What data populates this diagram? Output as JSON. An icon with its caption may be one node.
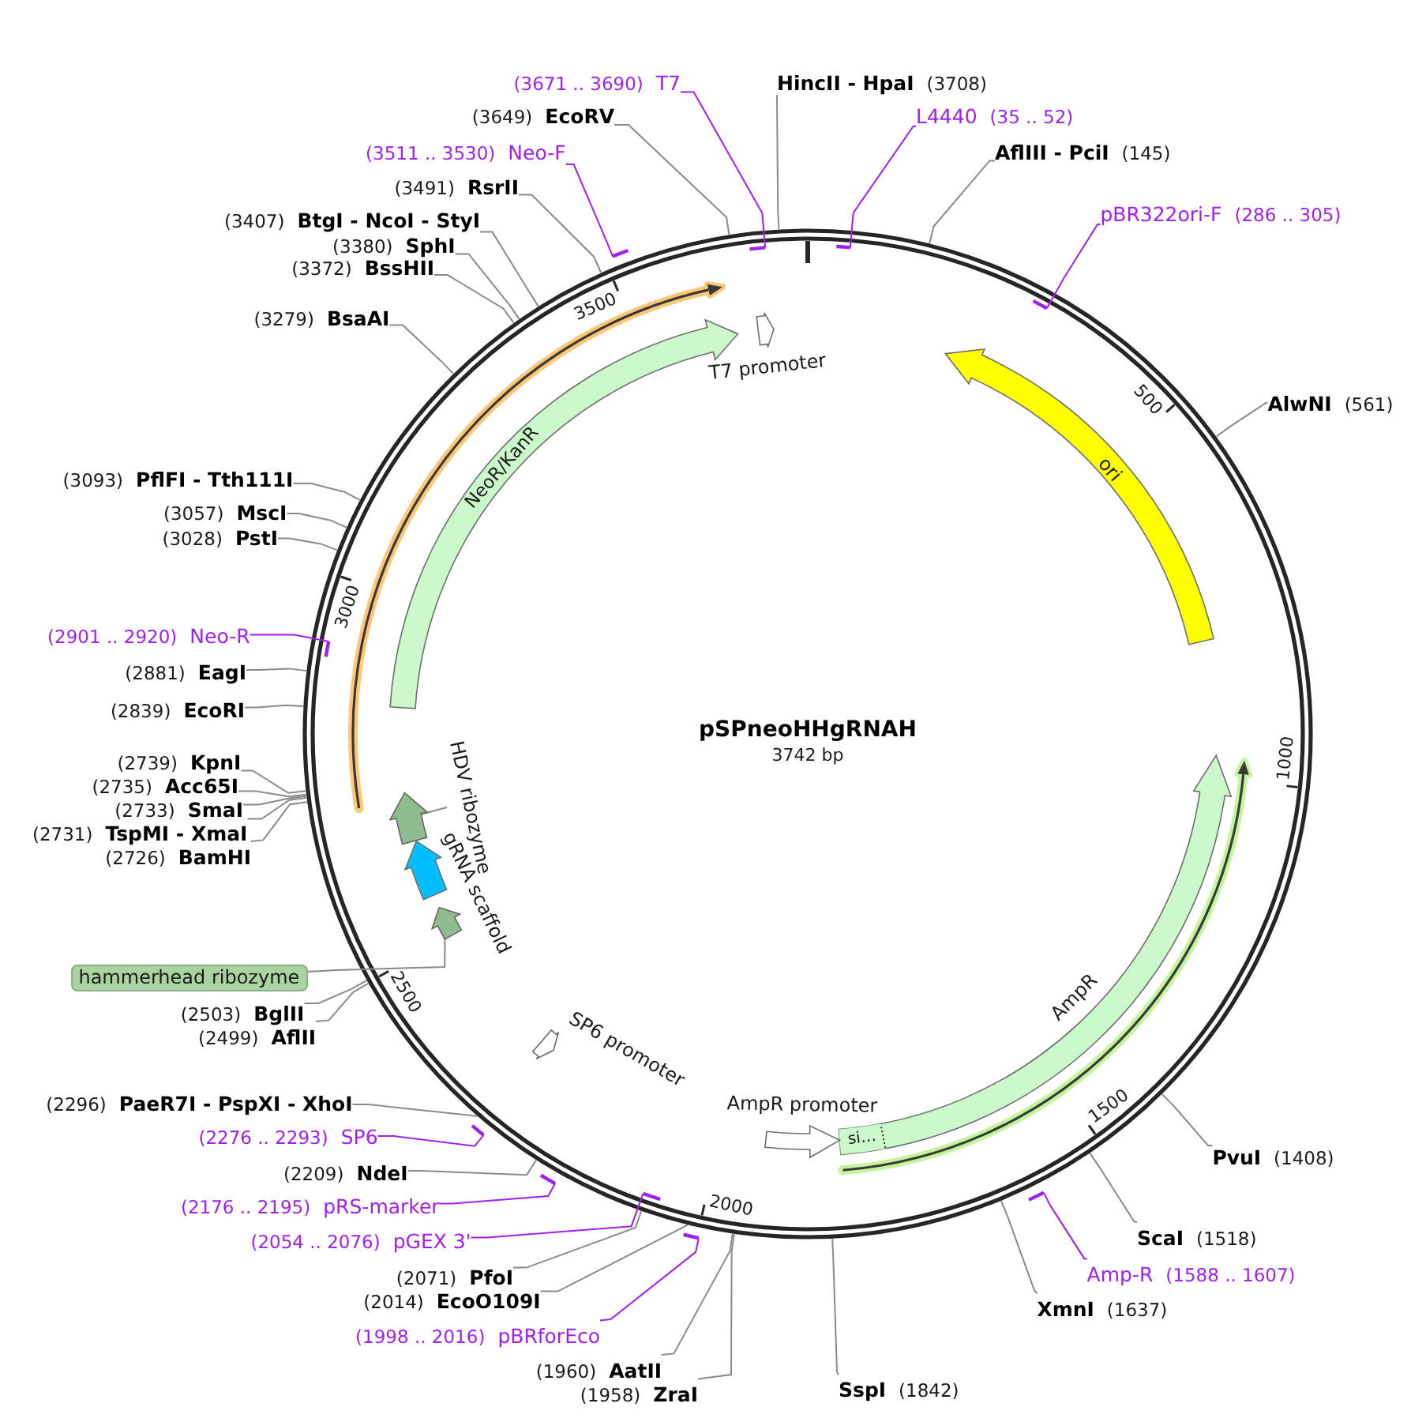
{
  "diagram": {
    "title": "pSPneoHHgRNAH",
    "nodes": [
      {
        "text": [
          "(3671 .. 3690)",
          "T7"
        ]
      },
      {
        "text": [
          "HincII - HpaI",
          "(3708)"
        ]
      },
      {
        "text": [
          "(3649)",
          "EcoRV"
        ]
      },
      {
        "text": [
          "L4440",
          "(35 .. 52)"
        ]
      },
      {
        "text": [
          "(3511 .. 3530)",
          "Neo-F"
        ]
      },
      {
        "text": [
          "AflIII - PciI",
          "(145)"
        ]
      },
      {
        "text": [
          "(3491)",
          "RsrII"
        ]
      },
      {
        "text": [
          "pBR322ori-F",
          "(286 .. 305)"
        ]
      },
      {
        "text": [
          "(3407)",
          "BtgI - NcoI - StyI"
        ]
      },
      {
        "text": [
          "(3380)",
          "SphI"
        ]
      },
      {
        "text": [
          "(3372)",
          "BssHII"
        ]
      },
      {
        "text": [
          "(3279)",
          "BsaAI"
        ]
      },
      {
        "text": [
          "AlwNI",
          "(561)"
        ]
      },
      {
        "text": [
          "(3093)",
          "PflFI - Tth111I"
        ]
      },
      {
        "text": [
          "(3057)",
          "MscI"
        ]
      },
      {
        "text": [
          "(3028)",
          "PstI"
        ]
      },
      {
        "text": [
          "(2901 .. 2920)",
          "Neo-R"
        ]
      },
      {
        "text": [
          "(2881)",
          "EagI"
        ]
      },
      {
        "text": [
          "(2839)",
          "EcoRI"
        ]
      },
      {
        "text": [
          "(2739)",
          "KpnI"
        ]
      },
      {
        "text": [
          "(2735)",
          "Acc65I"
        ]
      },
      {
        "text": [
          "(2733)",
          "SmaI"
        ]
      },
      {
        "text": [
          "(2731)",
          "TspMI - XmaI"
        ]
      },
      {
        "text": [
          "(2726)",
          "BamHI"
        ]
      },
      {
        "text": [
          "hammerhead ribozyme"
        ]
      },
      {
        "text": [
          "(2503)",
          "BglII"
        ]
      },
      {
        "text": [
          "(2499)",
          "AflII"
        ]
      },
      {
        "text": [
          "(2296)",
          "PaeR7I - PspXI - XhoI"
        ]
      },
      {
        "text": [
          "(2276 .. 2293)",
          "SP6"
        ]
      },
      {
        "text": [
          "PvuI",
          "(1408)"
        ]
      },
      {
        "text": [
          "(2209)",
          "NdeI"
        ]
      },
      {
        "text": [
          "(2176 .. 2195)",
          "pRS-marker"
        ]
      },
      {
        "text": [
          "ScaI",
          "(1518)"
        ]
      },
      {
        "text": [
          "(2054 .. 2076)",
          "pGEX 3'"
        ]
      },
      {
        "text": [
          "Amp-R",
          "(1588 .. 1607)"
        ]
      },
      {
        "text": [
          "(2071)",
          "PfoI"
        ]
      },
      {
        "text": [
          "(2014)",
          "EcoO109I"
        ]
      },
      {
        "text": [
          "XmnI",
          "(1637)"
        ]
      },
      {
        "text": [
          "(1998 .. 2016)",
          "pBRforEco"
        ]
      },
      {
        "text": [
          "(1960)",
          "AatII"
        ]
      },
      {
        "text": [
          "SspI",
          "(1842)"
        ]
      },
      {
        "text": [
          "(1958)",
          "ZraI"
        ]
      },
      {
        "text": [
          "NeoR/KanR"
        ]
      },
      {
        "text": [
          "T7 promoter"
        ]
      },
      {
        "text": [
          "ori"
        ]
      },
      {
        "text": [
          "AmpR"
        ]
      },
      {
        "text": [
          "si…"
        ],
        "in": 45
      },
      {
        "text": [
          "HDV ribozyme"
        ]
      },
      {
        "text": [],
        "shape": "arrow"
      },
      {
        "text": [
          "gRNA scaffold"
        ]
      },
      {
        "text": [],
        "shape": "arrow"
      },
      {
        "text": [
          "SP6 promoter"
        ]
      },
      {
        "text": [
          "AmpR promoter"
        ]
      }
    ],
    "edges": [
      {
        "from": 0,
        "to": null,
        "arrow": "none",
        "color": "#a020f0"
      },
      {
        "from": 1,
        "to": null,
        "arrow": "none"
      },
      {
        "from": 2,
        "to": null,
        "arrow": "none"
      },
      {
        "from": 3,
        "to": null,
        "arrow": "none",
        "color": "#a020f0"
      },
      {
        "from": 4,
        "to": null,
        "arrow": "none",
        "color": "#a020f0"
      },
      {
        "from": 5,
        "to": null,
        "arrow": "none"
      },
      {
        "from": 6,
        "to": null,
        "arrow": "none"
      },
      {
        "from": 7,
        "to": null,
        "arrow": "none",
        "color": "#a020f0"
      },
      {
        "from": 8,
        "to": null,
        "arrow": "none"
      },
      {
        "from": 9,
        "to": null,
        "arrow": "none"
      },
      {
        "from": 10,
        "to": null,
        "arrow": "none"
      },
      {
        "from": 11,
        "to": null,
        "arrow": "none"
      },
      {
        "from": 12,
        "to": null,
        "arrow": "none"
      },
      {
        "from": 13,
        "to": null,
        "arrow": "none"
      },
      {
        "from": 14,
        "to": null,
        "arrow": "none"
      },
      {
        "from": 15,
        "to": null,
        "arrow": "none"
      },
      {
        "from": 16,
        "to": null,
        "arrow": "none",
        "color": "#a020f0"
      },
      {
        "from": 17,
        "to": null,
        "arrow": "none"
      },
      {
        "from": 18,
        "to": null,
        "arrow": "none"
      },
      {
        "from": 19,
        "to": null,
        "arrow": "none"
      },
      {
        "from": 20,
        "to": null,
        "arrow": "none"
      },
      {
        "from": 21,
        "to": null,
        "arrow": "none"
      },
      {
        "from": 22,
        "to": null,
        "arrow": "none"
      },
      {
        "from": 23,
        "to": null,
        "arrow": "none"
      },
      {
        "from": 24,
        "to": 50,
        "arrow": "none"
      },
      {
        "from": 25,
        "to": null,
        "arrow": "none"
      },
      {
        "from": 26,
        "to": null,
        "arrow": "none"
      },
      {
        "from": 27,
        "to": null,
        "arrow": "none"
      },
      {
        "from": 28,
        "to": null,
        "arrow": "none",
        "color": "#a020f0"
      },
      {
        "from": 29,
        "to": null,
        "arrow": "none"
      },
      {
        "from": 30,
        "to": null,
        "arrow": "none"
      },
      {
        "from": 31,
        "to": null,
        "arrow": "none",
        "color": "#a020f0"
      },
      {
        "from": 32,
        "to": null,
        "arrow": "none"
      },
      {
        "from": 33,
        "to": null,
        "arrow": "none",
        "color": "#a020f0"
      },
      {
        "from": 34,
        "to": null,
        "arrow": "none",
        "color": "#a020f0"
      },
      {
        "from": 35,
        "to": null,
        "arrow": "none"
      },
      {
        "from": 36,
        "to": null,
        "arrow": "none"
      },
      {
        "from": 37,
        "to": null,
        "arrow": "none"
      },
      {
        "from": 38,
        "to": null,
        "arrow": "none",
        "color": "#a020f0"
      },
      {
        "from": 39,
        "to": null,
        "arrow": "none"
      },
      {
        "from": 40,
        "to": null,
        "arrow": "none"
      },
      {
        "from": 41,
        "to": null,
        "arrow": "none"
      },
      {
        "from": 47,
        "to": 48,
        "arrow": "none"
      }
    ],
    "labels": [
      "3742 bp",
      "500",
      "1000",
      "1500",
      "2000",
      "2500",
      "3000",
      "3500"
    ]
  }
}
